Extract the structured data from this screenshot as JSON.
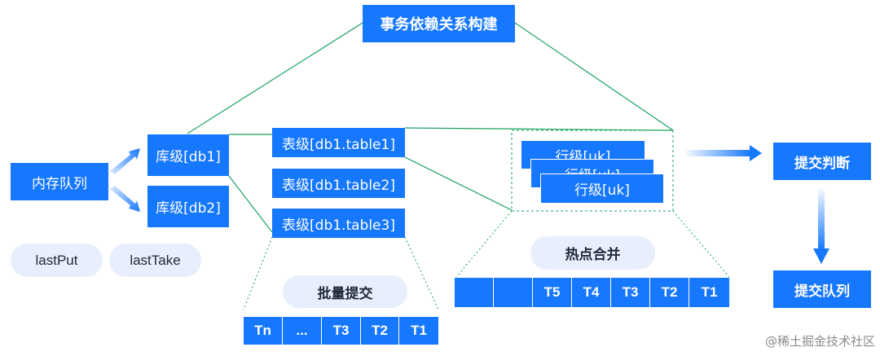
{
  "title": "事务依赖关系构建",
  "memory_queue": "内存队列",
  "pointers": [
    "lastPut",
    "lastTake"
  ],
  "db_levels": [
    "库级[db1]",
    "库级[db2]"
  ],
  "table_levels": [
    "表级[db1.table1]",
    "表级[db1.table2]",
    "表级[db1.table3]"
  ],
  "row_levels": [
    "行级[uk]",
    "行级[uk]",
    "行级[uk]"
  ],
  "batch_commit": {
    "label": "批量提交",
    "cells": [
      "Tn",
      "...",
      "T3",
      "T2",
      "T1"
    ]
  },
  "hotspot_merge": {
    "label": "热点合并",
    "cells": [
      "",
      "",
      "T5",
      "T4",
      "T3",
      "T2",
      "T1"
    ]
  },
  "commit_judge": "提交判断",
  "commit_queue": "提交队列",
  "watermark": "@稀土掘金技术社区",
  "colors": {
    "box": "#1677ff",
    "pill": "#e8eefb",
    "line": "#1aa260"
  }
}
